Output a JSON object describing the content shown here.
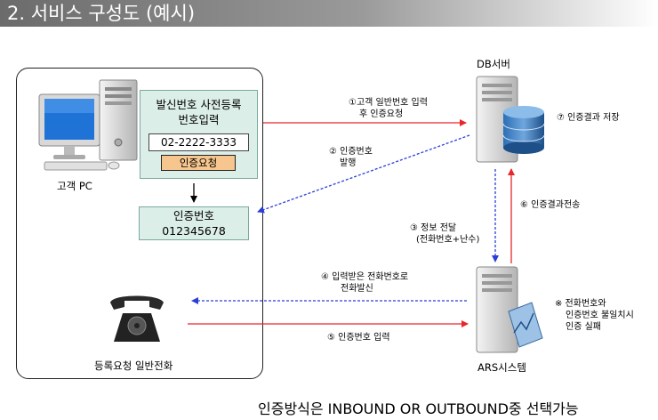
{
  "title": "2. 서비스 구성도 (예시)",
  "client": {
    "pc_label": "고객 PC",
    "registration_line1": "발신번호 사전등록",
    "registration_line2": "번호입력",
    "phone_value": "02-2222-3333",
    "request_button": "인증요청",
    "auth_line1": "인증번호",
    "auth_line2": "012345678",
    "phone_label": "등록요청 일반전화"
  },
  "servers": {
    "db_label": "DB서버",
    "ars_label": "ARS시스템"
  },
  "steps": {
    "s1_line1": "①고객 일반번호 입력",
    "s1_line2": "후 인증요청",
    "s2_line1": "② 인증번호",
    "s2_line2": "발행",
    "s3_line1": "③ 정보 전달",
    "s3_line2": "(전화번호+난수)",
    "s4_line1": "④ 입력받은 전화번호로",
    "s4_line2": "전화발신",
    "s5": "⑤ 인증번호 입력",
    "s6": "⑥ 인증결과전송",
    "s7": "⑦ 인증결과 저장"
  },
  "note": {
    "line1": "※ 전화번호와",
    "line2": "인증번호 불일치시",
    "line3": "인증 실패"
  },
  "footer": "인증방식은 INBOUND OR OUTBOUND중 선택가능",
  "colors": {
    "panel_bg": "#dceee8",
    "request_button_bg": "#f7c68e",
    "red_arrow": "#e8262b",
    "blue_arrow": "#2b3fd6"
  }
}
